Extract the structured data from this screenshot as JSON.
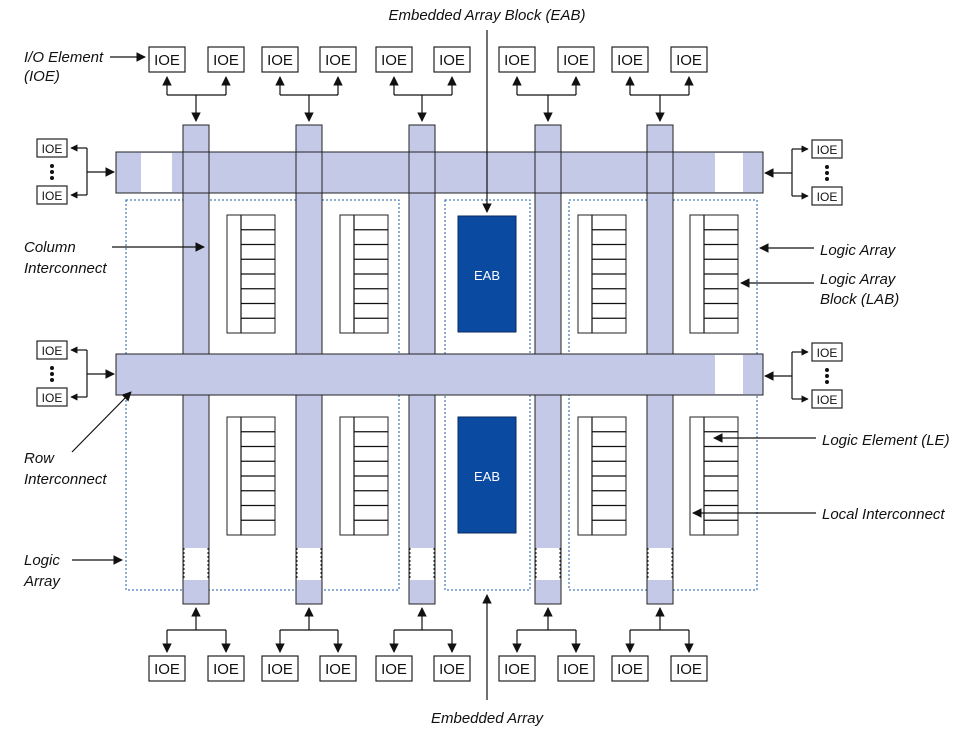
{
  "labels": {
    "eab_top": "Embedded Array Block (EAB)",
    "ioe_element_line1": "I/O Element",
    "ioe_element_line2": "(IOE)",
    "column_interconnect_line1": "Column",
    "column_interconnect_line2": "Interconnect",
    "logic_array_right": "Logic Array",
    "lab_line1": "Logic Array",
    "lab_line2": "Block (LAB)",
    "row_interconnect_line1": "Row",
    "row_interconnect_line2": "Interconnect",
    "logic_element": "Logic Element (LE)",
    "local_interconnect": "Local Interconnect",
    "logic_array_left_line1": "Logic",
    "logic_array_left_line2": "Array",
    "embedded_array": "Embedded Array"
  },
  "ioe_label": "IOE",
  "eab_label": "EAB"
}
